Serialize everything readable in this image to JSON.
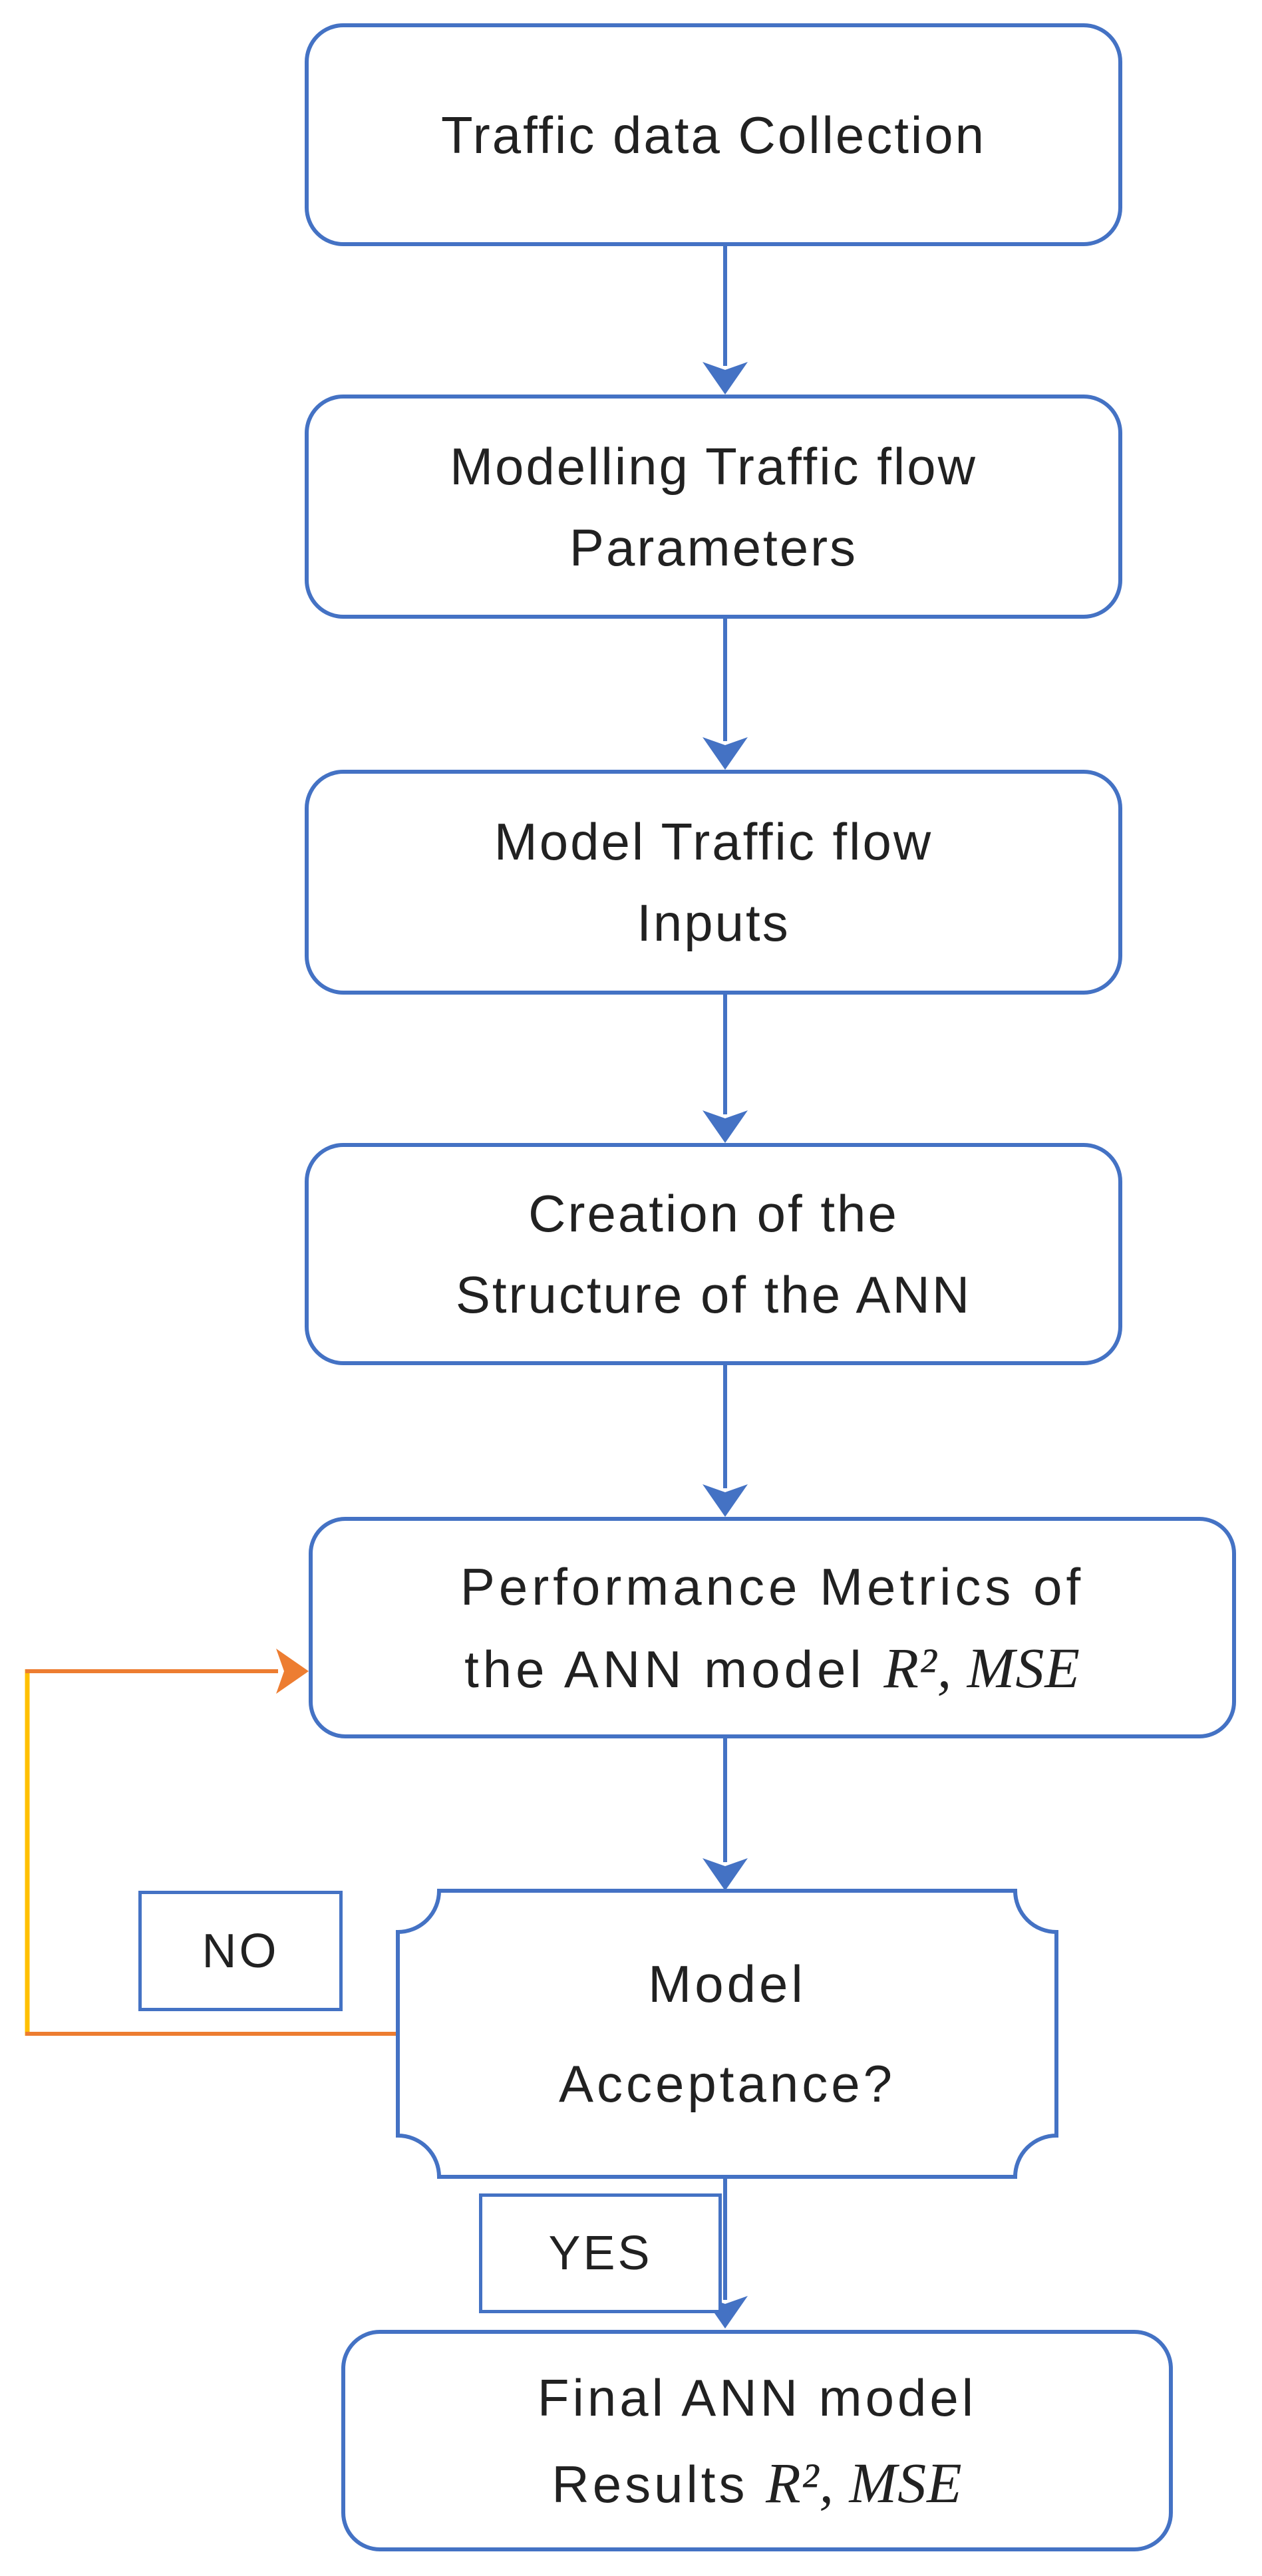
{
  "nodes": {
    "collect": {
      "label": "Traffic data Collection"
    },
    "modelling": {
      "line1": "Modelling Traffic flow",
      "line2": "Parameters"
    },
    "inputs": {
      "line1": "Model Traffic flow",
      "line2": "Inputs"
    },
    "structure": {
      "line1": "Creation of the",
      "line2": "Structure of the ANN"
    },
    "metrics": {
      "line1": "Performance Metrics of",
      "line2_text": "the ANN model",
      "line2_math": "R², MSE"
    },
    "decision": {
      "line1": "Model",
      "line2": "Acceptance?"
    },
    "final": {
      "line1": "Final ANN model",
      "line2_text": "Results",
      "line2_math": "R², MSE"
    },
    "no_label": "NO",
    "yes_label": "YES"
  },
  "colors": {
    "node_border": "#4472C4",
    "connector_blue": "#4472C4",
    "loop_orange": "#ED7D31",
    "loop_yellow": "#FFC000",
    "text": "#212121",
    "background": "#FFFFFF"
  }
}
